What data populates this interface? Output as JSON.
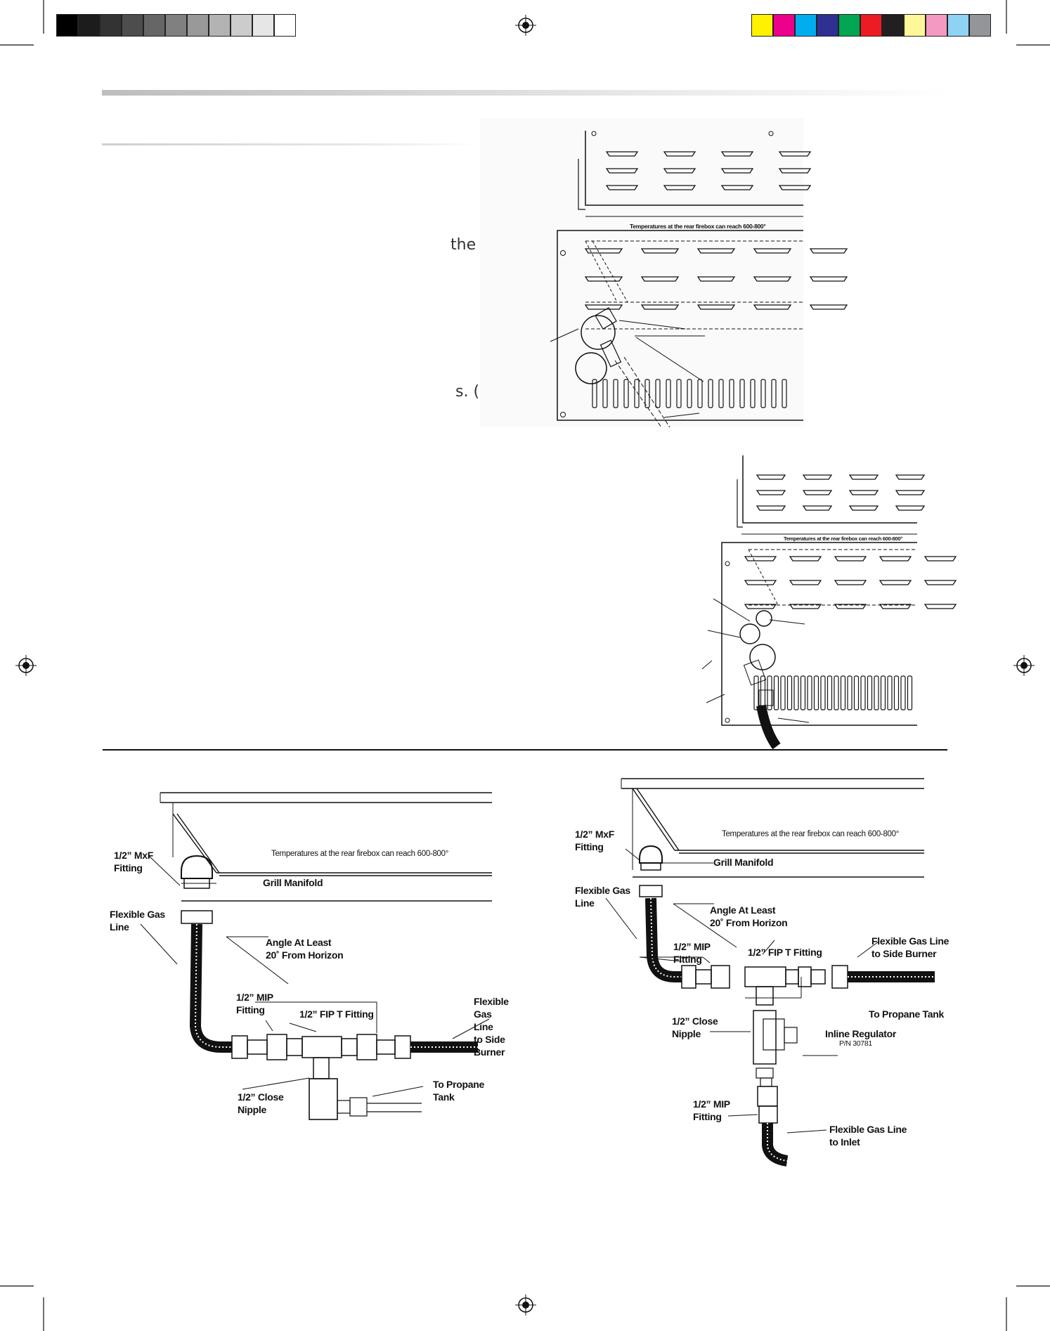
{
  "registration": {
    "gray_swatches": [
      "#000000",
      "#1c1c1c",
      "#333333",
      "#4d4d4d",
      "#666666",
      "#808080",
      "#999999",
      "#b3b3b3",
      "#cccccc",
      "#e6e6e6",
      "#ffffff"
    ],
    "color_swatches": [
      "#fff200",
      "#ec008c",
      "#00aeef",
      "#2e3192",
      "#00a651",
      "#ed1c24",
      "#231f20",
      "#fff799",
      "#f49ac1",
      "#8fd3f4",
      "#939598"
    ]
  },
  "text_fragments": {
    "left_mid": "the g",
    "left_low": "s. (S"
  },
  "fig_top": {
    "warning": "Temperatures at the rear firebox can reach 600-800°"
  },
  "fig_mid": {
    "warning": "Temperatures at the rear firebox can reach 600-800°"
  },
  "fig_bottom_left": {
    "warning": "Temperatures at the rear firebox can reach 600-800°",
    "labels": {
      "mxf_fitting": "1/2” MxF\nFitting",
      "grill_manifold": "Grill Manifold",
      "flexible_gas_line": "Flexible Gas\nLine",
      "angle": "Angle At Least\n20˚ From Horizon",
      "mip_fitting": "1/2”  MIP\nFitting",
      "fip_t": "1/2” FIP T Fitting",
      "flex_side_burner": "Flexible Gas Line\nto Side Burner",
      "close_nipple": "1/2” Close\nNipple",
      "to_propane": "To Propane Tank"
    }
  },
  "fig_bottom_right": {
    "warning": "Temperatures at the rear firebox can reach 600-800°",
    "labels": {
      "mxf_fitting": "1/2” MxF\nFitting",
      "grill_manifold": "Grill Manifold",
      "flexible_gas_line": "Flexible Gas\nLine",
      "angle": "Angle At Least\n20˚ From Horizon",
      "mip_fitting": "1/2”  MIP\nFitting",
      "fip_t": "1/2” FIP T Fitting",
      "flex_side_burner": "Flexible Gas Line\nto Side Burner",
      "to_propane": "To Propane Tank",
      "close_nipple": "1/2” Close\nNipple",
      "inline_regulator": "Inline Regulator",
      "part_number": "P/N 30781",
      "mip_fitting_2": "1/2”  MIP\nFitting",
      "flex_inlet": "Flexible Gas Line\nto Inlet"
    }
  }
}
